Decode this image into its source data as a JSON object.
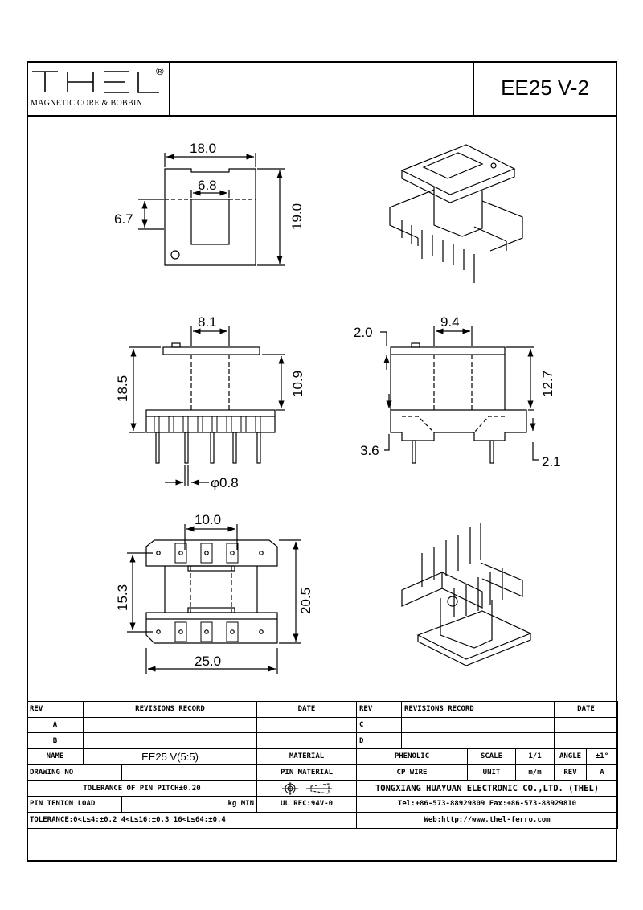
{
  "header": {
    "logo_text": "THEL",
    "registered_mark": "®",
    "logo_tagline": "MAGNETIC CORE & BOBBIN",
    "title": "EE25 V-2"
  },
  "dimensions": {
    "top_width": "18.0",
    "top_window": "6.8",
    "top_left": "6.7",
    "top_height": "19.0",
    "side_window": "8.1",
    "side_height": "18.5",
    "side_inner": "10.9",
    "pin_dia": "φ0.8",
    "front_flange": "2.0",
    "front_window": "9.4",
    "front_inner": "12.7",
    "front_base": "3.6",
    "front_step": "2.1",
    "bottom_pitch": "10.0",
    "bottom_inner": "15.3",
    "bottom_outer": "20.5",
    "bottom_width": "25.0"
  },
  "title_block": {
    "rev_header": "REV",
    "revisions_header": "REVISIONS RECORD",
    "date_header": "DATE",
    "rev_a": "A",
    "rev_b": "B",
    "rev_c": "C",
    "rev_d": "D",
    "name_label": "NAME",
    "name_value": "EE25 V(5:5)",
    "material_label": "MATERIAL",
    "material_value": "PHENOLIC",
    "scale_label": "SCALE",
    "scale_value": "1/1",
    "angle_label": "ANGLE",
    "angle_value": "±1°",
    "drawing_no_label": "DRAWING NO",
    "pin_material_label": "PIN MATERIAL",
    "pin_material_value": "CP WIRE",
    "unit_label": "UNIT",
    "unit_value": "m/m",
    "rev_label": "REV",
    "rev_value": "A",
    "tolerance_pitch": "TOLERANCE OF PIN PITCH±0.20",
    "company": "TONGXIANG HUAYUAN ELECTRONIC CO.,LTD.  (THEL)",
    "pin_tension_label": "PIN TENION LOAD",
    "pin_tension_unit": "kg MIN",
    "ul_rec": "UL REC:94V-0",
    "contact": "Tel:+86-573-88929809 Fax:+86-573-88929810",
    "tolerance_general": "TOLERANCE:0<L≤4:±0.2  4<L≤16:±0.3  16<L≤64:±0.4",
    "web": "Web:http://www.thel-ferro.com"
  }
}
